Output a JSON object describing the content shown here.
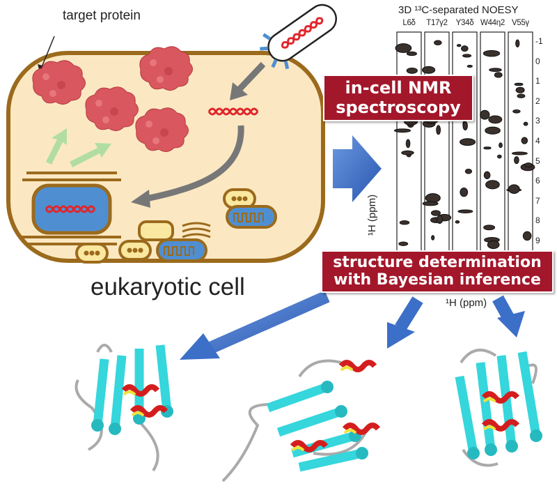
{
  "cell": {
    "target_label": "target protein",
    "cell_label": "eukaryotic cell"
  },
  "labels": {
    "nmr": [
      "in-cell NMR",
      "spectroscopy"
    ],
    "structure": [
      "structure determination",
      "with Bayesian inference"
    ]
  },
  "spectrum": {
    "title": "3D ¹³C-separated NOESY",
    "strips": [
      "L6δ",
      "T17γ2",
      "Y34δ",
      "W44η2",
      "V55γ"
    ],
    "y_axis_label": "¹H (ppm)",
    "x_axis_label": "¹H (ppm)",
    "y_ticks": [
      "-1",
      "0",
      "1",
      "2",
      "3",
      "4",
      "5",
      "6",
      "7",
      "8",
      "9"
    ]
  },
  "colors": {
    "label_bg": "#a3172b",
    "cell_fill": "#fbe8c2",
    "cell_border": "#9b6a1c",
    "arrow_blue": "#3c6fc7",
    "protein": "#d9575e",
    "dna": "#e0262b",
    "strand": "#35d6dc",
    "helix": "#d41e1e"
  }
}
